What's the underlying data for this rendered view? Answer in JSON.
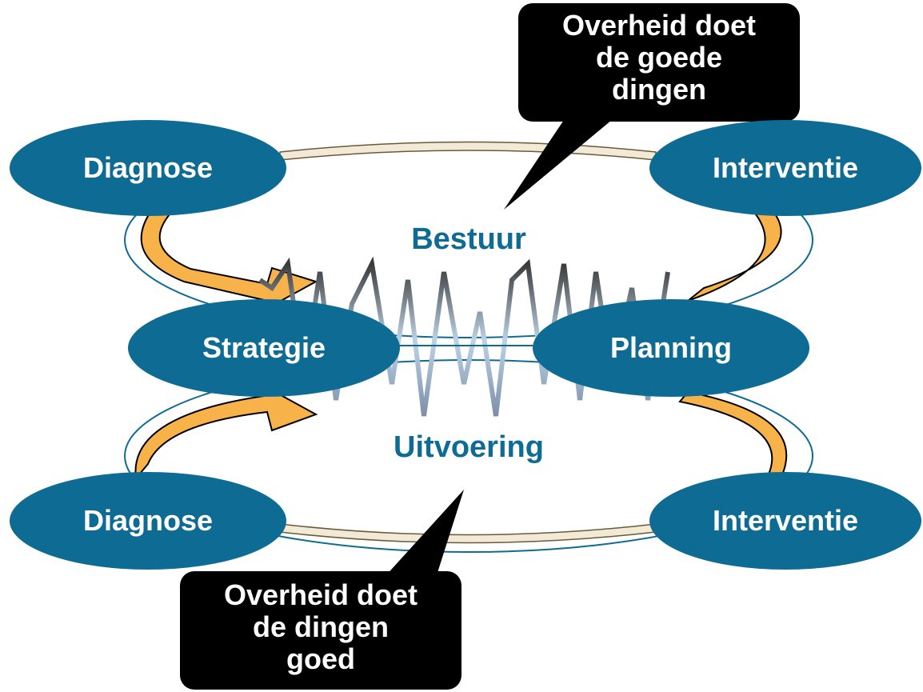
{
  "diagram": {
    "callouts": {
      "top": {
        "lines": [
          "Overheid doet",
          "de goede",
          "dingen"
        ]
      },
      "bottom": {
        "lines": [
          "Overheid doet",
          "de dingen",
          "goed"
        ]
      }
    },
    "cycles": {
      "upper": {
        "label": "Bestuur",
        "left_node": "Diagnose",
        "right_node": "Interventie"
      },
      "lower": {
        "label": "Uitvoering",
        "left_node": "Diagnose",
        "right_node": "Interventie"
      }
    },
    "middle": {
      "left_node": "Strategie",
      "right_node": "Planning"
    },
    "colors": {
      "node_fill": "#0e6b93",
      "label_text": "#0e6b93",
      "arrow_fill": "#f7b24a",
      "callout_fill": "#000000"
    }
  }
}
